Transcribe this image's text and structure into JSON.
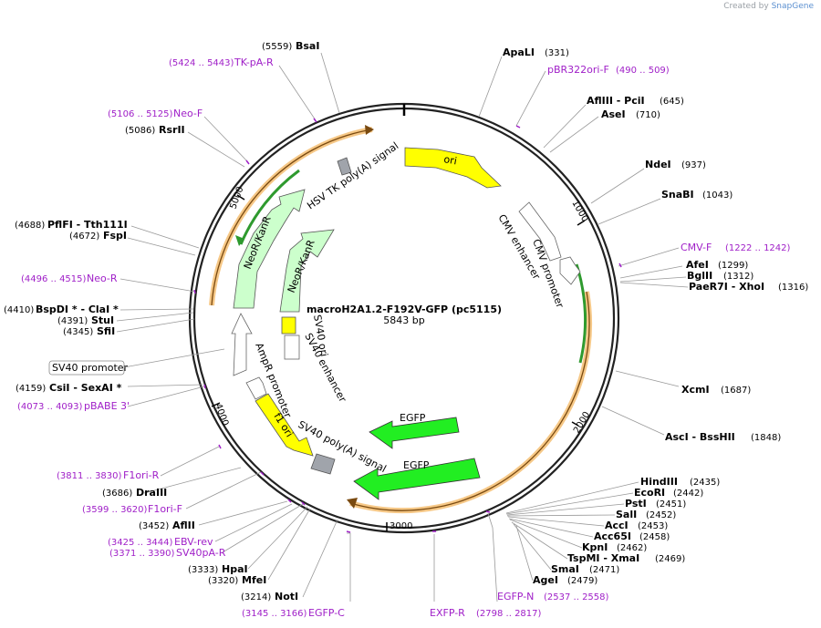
{
  "credit": {
    "prefix": "Created by",
    "brand": "SnapGene"
  },
  "plasmid": {
    "name": "macroH2A1.2-F192V-GFP (pc5115)",
    "size": "5843 bp"
  },
  "ticks": [
    "1000",
    "2000",
    "3000",
    "4000",
    "5000"
  ],
  "features": {
    "ori": "ori",
    "cmv_enhancer": "CMV enhancer",
    "cmv_promoter": "CMV promoter",
    "egfp1": "EGFP",
    "egfp2": "EGFP",
    "sv40_polya": "SV40 poly(A) signal",
    "f1_ori": "f1 ori",
    "ampr_promoter": "AmpR promoter",
    "sv40_ori": "SV40 ori",
    "sv40_enhancer": "SV40 enhancer",
    "sv40_promoter": "SV40 promoter",
    "neokanr1": "NeoR/KanR",
    "neokanr2": "NeoR/KanR",
    "hsv_polya": "HSV TK poly(A) signal"
  },
  "right_labels": [
    {
      "name": "ApaLI",
      "pos": "(331)"
    },
    {
      "name": "pBR322ori-F",
      "pos": "(490 .. 509)",
      "primer": true
    },
    {
      "name": "AflIII  - PciI",
      "pos": "(645)"
    },
    {
      "name": "AseI",
      "pos": "(710)"
    },
    {
      "name": "NdeI",
      "pos": "(937)"
    },
    {
      "name": "SnaBI",
      "pos": "(1043)"
    },
    {
      "name": "CMV-F",
      "pos": "(1222 .. 1242)",
      "primer": true
    },
    {
      "name": "AfeI",
      "pos": "(1299)"
    },
    {
      "name": "BglII",
      "pos": "(1312)"
    },
    {
      "name": "PaeR7I  - XhoI",
      "pos": "(1316)"
    },
    {
      "name": "XcmI",
      "pos": "(1687)"
    },
    {
      "name": "AscI  - BssHII",
      "pos": "(1848)"
    },
    {
      "name": "HindIII",
      "pos": "(2435)"
    },
    {
      "name": "EcoRI",
      "pos": "(2442)"
    },
    {
      "name": "PstI",
      "pos": "(2451)"
    },
    {
      "name": "SalI",
      "pos": "(2452)"
    },
    {
      "name": "AccI",
      "pos": "(2453)"
    },
    {
      "name": "Acc65I",
      "pos": "(2458)"
    },
    {
      "name": "KpnI",
      "pos": "(2462)"
    },
    {
      "name": "TspMI  - XmaI",
      "pos": "(2469)"
    },
    {
      "name": "SmaI",
      "pos": "(2471)"
    },
    {
      "name": "AgeI",
      "pos": "(2479)"
    },
    {
      "name": "EGFP-N",
      "pos": "(2537 .. 2558)",
      "primer": true
    },
    {
      "name": "EXFP-R",
      "pos": "(2798 .. 2817)",
      "primer": true
    }
  ],
  "left_labels": [
    {
      "name": "BsaI",
      "pos": "(5559)"
    },
    {
      "name": "TK-pA-R",
      "pos": "(5424 .. 5443)",
      "primer": true
    },
    {
      "name": "Neo-F",
      "pos": "(5106 .. 5125)",
      "primer": true
    },
    {
      "name": "RsrII",
      "pos": "(5086)"
    },
    {
      "name": "PflFI  - Tth111I",
      "pos": "(4688)"
    },
    {
      "name": "FspI",
      "pos": "(4672)"
    },
    {
      "name": "Neo-R",
      "pos": "(4496 .. 4515)",
      "primer": true
    },
    {
      "name": "BspDI *  - ClaI *",
      "pos": "(4410)"
    },
    {
      "name": "StuI",
      "pos": "(4391)"
    },
    {
      "name": "SfiI",
      "pos": "(4345)"
    },
    {
      "name": "CsiI  - SexAI *",
      "pos": "(4159)"
    },
    {
      "name": "pBABE 3'",
      "pos": "(4073 .. 4093)",
      "primer": true
    },
    {
      "name": "F1ori-R",
      "pos": "(3811 .. 3830)",
      "primer": true
    },
    {
      "name": "DraIII",
      "pos": "(3686)"
    },
    {
      "name": "F1ori-F",
      "pos": "(3599 .. 3620)",
      "primer": true
    },
    {
      "name": "AflII",
      "pos": "(3452)"
    },
    {
      "name": "EBV-rev",
      "pos": "(3425 .. 3444)",
      "primer": true
    },
    {
      "name": "SV40pA-R",
      "pos": "(3371 .. 3390)",
      "primer": true
    },
    {
      "name": "HpaI",
      "pos": "(3333)"
    },
    {
      "name": "MfeI",
      "pos": "(3320)"
    },
    {
      "name": "NotI",
      "pos": "(3214)"
    },
    {
      "name": "EGFP-C",
      "pos": "(3145 .. 3166)",
      "primer": true
    }
  ],
  "colors": {
    "ori": "#ffff00",
    "gfp": "#22ee22",
    "resistance": "#ccffcc",
    "promoter": "#ffffff",
    "polya": "#a0a4ab",
    "orf": "#f5c27a",
    "primer": "#a020c8"
  }
}
